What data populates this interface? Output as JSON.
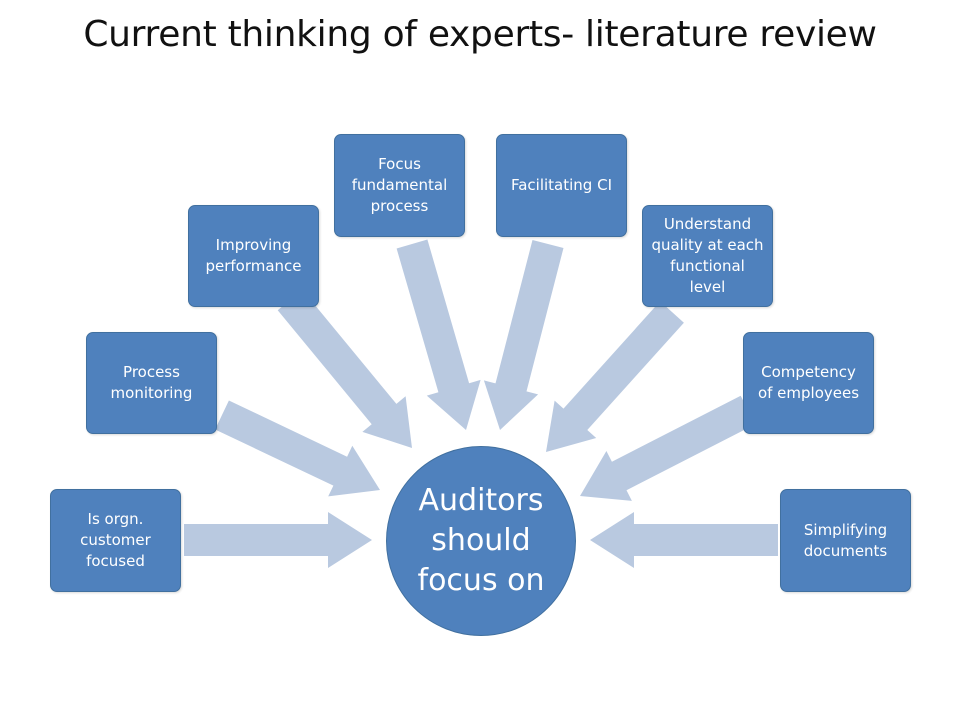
{
  "title": "Current thinking of experts- literature review",
  "center": {
    "lines": [
      "Auditors",
      "should",
      "focus on"
    ]
  },
  "nodes": [
    {
      "id": "orgn-customer-focused",
      "lines": [
        "Is orgn.",
        "customer",
        "focused"
      ]
    },
    {
      "id": "process-monitoring",
      "lines": [
        "Process",
        "monitoring"
      ]
    },
    {
      "id": "improving-performance",
      "lines": [
        "Improving",
        "performance"
      ]
    },
    {
      "id": "focus-fundamental-process",
      "lines": [
        "Focus",
        "fundamental",
        "process"
      ]
    },
    {
      "id": "facilitating-ci",
      "lines": [
        "Facilitating CI"
      ]
    },
    {
      "id": "understand-quality",
      "lines": [
        "Understand",
        "quality at each",
        "functional",
        "level"
      ]
    },
    {
      "id": "competency-of-employees",
      "lines": [
        "Competency",
        "of employees"
      ]
    },
    {
      "id": "simplifying-documents",
      "lines": [
        "Simplifying",
        "documents"
      ]
    }
  ],
  "colors": {
    "box_fill": "#4f81bd",
    "box_border": "#41709f",
    "arrow_fill": "#b9c9e0",
    "title_text": "#111111"
  }
}
